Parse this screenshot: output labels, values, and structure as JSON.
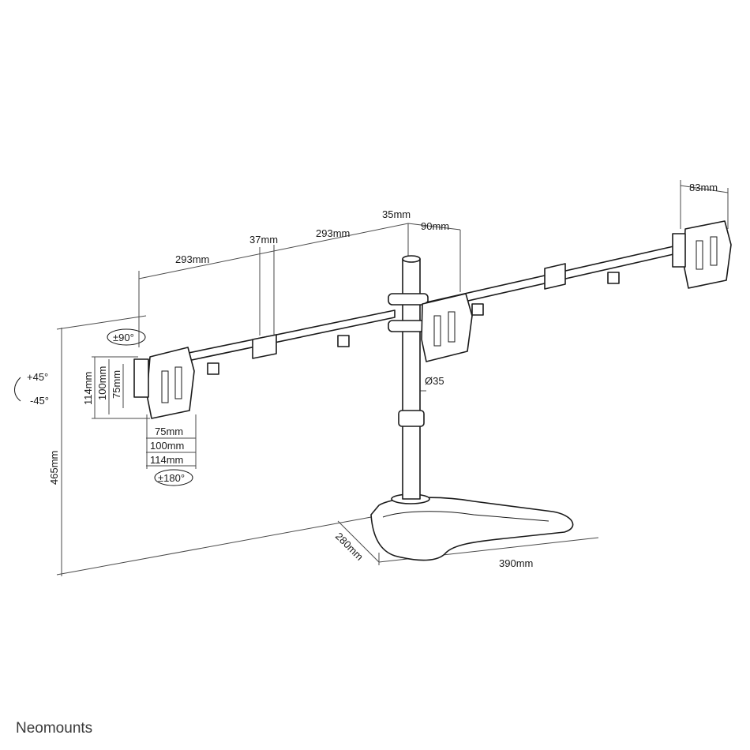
{
  "colors": {
    "line": "#1a1a1a",
    "dimension": "#4a4a4a",
    "background": "#ffffff"
  },
  "dimensions": {
    "arm_left_length": "293mm",
    "arm_right_length": "293mm",
    "clamp_width": "37mm",
    "pole_offset": "35mm",
    "center_plate_offset": "90mm",
    "right_plate_width": "83mm",
    "pole_diameter": "Ø35",
    "total_height": "465mm",
    "base_depth": "280mm",
    "base_width": "390mm",
    "vesa_h_75": "75mm",
    "vesa_h_100": "100mm",
    "vesa_h_114": "114mm",
    "vesa_v_75": "75mm",
    "vesa_v_100": "100mm",
    "vesa_v_114": "114mm"
  },
  "rotations": {
    "swivel": "±90°",
    "tilt_up": "+45°",
    "tilt_down": "-45°",
    "rotate": "±180°"
  },
  "brand": "Neomounts"
}
